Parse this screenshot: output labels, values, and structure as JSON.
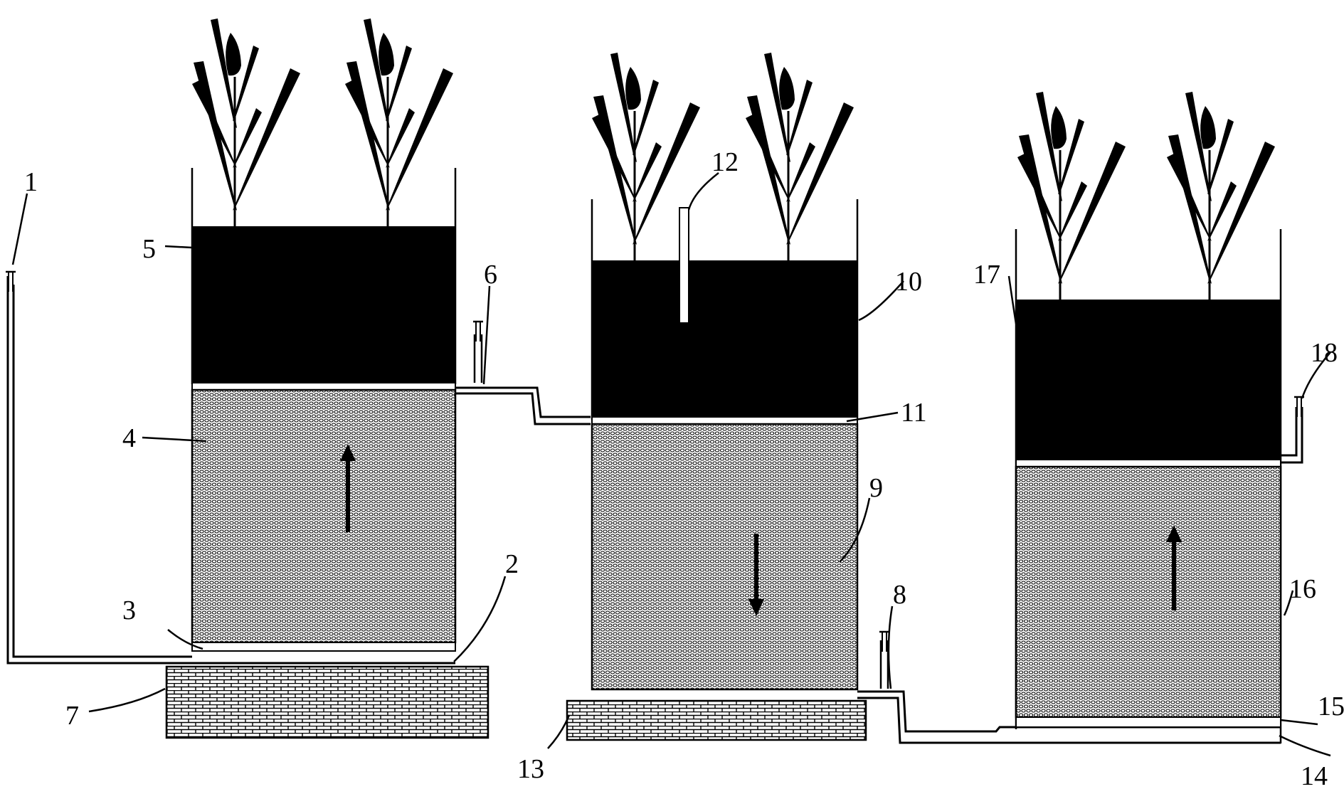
{
  "labels": {
    "l1": "1",
    "l2": "2",
    "l3": "3",
    "l4": "4",
    "l5": "5",
    "l6": "6",
    "l7": "7",
    "l8": "8",
    "l9": "9",
    "l10": "10",
    "l11": "11",
    "l12": "12",
    "l13": "13",
    "l14": "14",
    "l15": "15",
    "l16": "16",
    "l17": "17",
    "l18": "18"
  },
  "colors": {
    "line": "#000000",
    "soil": "#000000",
    "background": "#ffffff"
  },
  "icons": {
    "plant": "reed-plant-icon",
    "valve": "valve-icon",
    "flow_up": "arrow-up-icon",
    "flow_down": "arrow-down-icon"
  },
  "flow_directions": {
    "tank1": "up",
    "tank2": "down",
    "tank3": "up"
  }
}
